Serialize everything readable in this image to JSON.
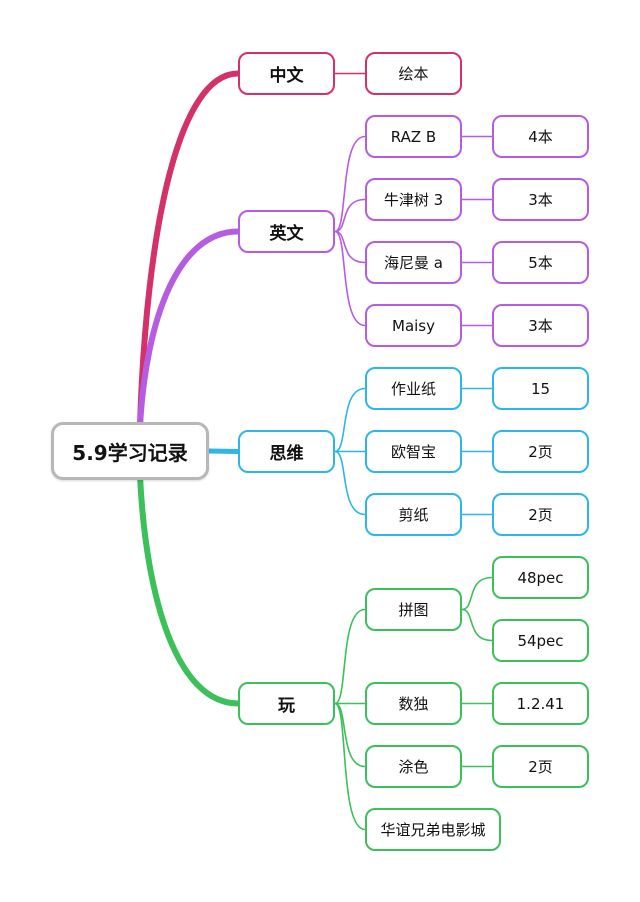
{
  "root": {
    "label": "5.9学习记录"
  },
  "branches": [
    {
      "label": "中文",
      "color": "#d4306a",
      "children": [
        {
          "label": "绘本"
        }
      ]
    },
    {
      "label": "英文",
      "color": "#b65ce0",
      "children": [
        {
          "label": "RAZ B",
          "children": [
            {
              "label": "4本"
            }
          ]
        },
        {
          "label": "牛津树 3",
          "children": [
            {
              "label": "3本"
            }
          ]
        },
        {
          "label": "海尼曼 a",
          "children": [
            {
              "label": "5本"
            }
          ]
        },
        {
          "label": "Maisy",
          "children": [
            {
              "label": "3本"
            }
          ]
        }
      ]
    },
    {
      "label": "思维",
      "color": "#2db6e8",
      "children": [
        {
          "label": "作业纸",
          "children": [
            {
              "label": "15"
            }
          ]
        },
        {
          "label": "欧智宝",
          "children": [
            {
              "label": "2页"
            }
          ]
        },
        {
          "label": "剪纸",
          "children": [
            {
              "label": "2页"
            }
          ]
        }
      ]
    },
    {
      "label": "玩",
      "color": "#3cc05a",
      "children": [
        {
          "label": "拼图",
          "children": [
            {
              "label": "48pec"
            },
            {
              "label": "54pec"
            }
          ]
        },
        {
          "label": "数独",
          "children": [
            {
              "label": "1.2.41"
            }
          ]
        },
        {
          "label": "涂色",
          "children": [
            {
              "label": "2页"
            }
          ]
        },
        {
          "label": "华谊兄弟电影城"
        }
      ]
    }
  ]
}
